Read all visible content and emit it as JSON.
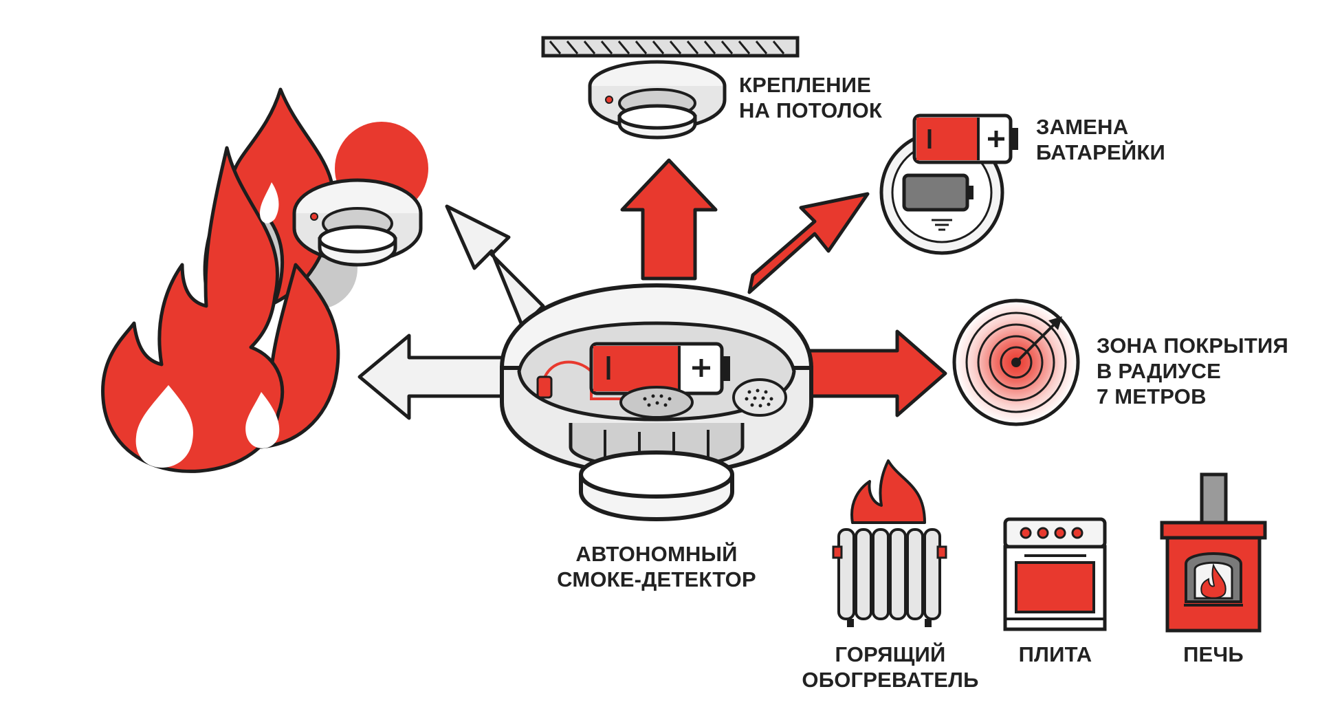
{
  "colors": {
    "red": "#e8392e",
    "outline": "#1d1d1d",
    "light_gray": "#e6e6e6",
    "mid_gray": "#c8c8c8",
    "dark_gray": "#7a7a7a",
    "white": "#ffffff"
  },
  "labels": {
    "ceiling_mount": [
      "КРЕПЛЕНИЕ",
      "НА ПОТОЛОК"
    ],
    "battery_replacement": [
      "ЗАМЕНА",
      "БАТАРЕЙКИ"
    ],
    "coverage_zone": [
      "ЗОНА ПОКРЫТИЯ",
      "В РАДИУСЕ",
      "7 МЕТРОВ"
    ],
    "main_detector": [
      "АВТОНОМНЫЙ",
      "СМОКЕ-ДЕТЕКТОР"
    ],
    "heater": [
      "ГОРЯЩИЙ",
      "ОБОГРЕВАТЕЛЬ"
    ],
    "stove": [
      "ПЛИТА"
    ],
    "furnace": [
      "ПЕЧЬ"
    ]
  },
  "icons": [
    "fire-icon",
    "smoke-detector-icon",
    "ceiling-icon",
    "battery-icon",
    "low-battery-icon",
    "coverage-target-icon",
    "radiator-fire-icon",
    "stove-icon",
    "furnace-icon",
    "arrow-icon"
  ]
}
